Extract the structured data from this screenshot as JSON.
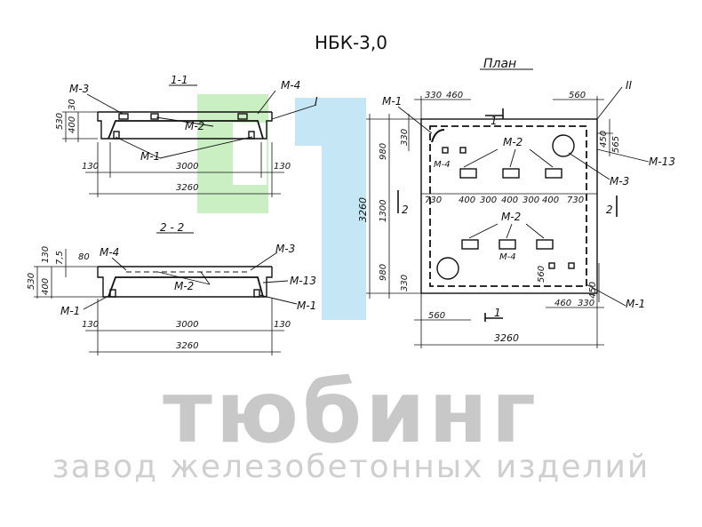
{
  "title": "НБК-3,0",
  "brand": {
    "name": "тюбинг",
    "tagline": "завод железобетонных изделий"
  },
  "colors": {
    "logo_green": "#c9efc3",
    "logo_blue": "#c4e6f5",
    "ink": "#111111",
    "brand_gray": "#c8c8c8"
  },
  "section_1_1": {
    "title": "1-1",
    "labels": {
      "m3": "М-3",
      "m4": "М-4",
      "m2": "М-2",
      "m1": "М-1",
      "roman": "I"
    },
    "dims_v": [
      "530",
      "400",
      "30"
    ],
    "dims_h": {
      "left": "130",
      "inner": "3000",
      "right": "130",
      "total": "3260"
    }
  },
  "section_2_2": {
    "title": "2 - 2",
    "labels": {
      "m4": "М-4",
      "m3": "М-3",
      "m2": "М-2",
      "m13": "М-13",
      "m1_left": "М-1",
      "m1_right": "М-1"
    },
    "dims_v": [
      "530",
      "400",
      "130",
      "7,5",
      "80"
    ],
    "dims_h": {
      "left": "130",
      "inner": "3000",
      "right": "130",
      "total": "3260"
    }
  },
  "plan": {
    "title": "План",
    "labels": {
      "m1_top": "М-1",
      "m2_top": "М-2",
      "m2_mid": "М-2",
      "m4_left": "М-4",
      "m4_right": "М-4",
      "m3": "М-3",
      "m13": "М-13",
      "m1_bottom": "М-1",
      "roman": "II",
      "cut1_top": "1",
      "cut1_bottom": "1",
      "cut2_left": "2",
      "cut2_right": "2"
    },
    "dims_top": [
      "330",
      "460",
      "560"
    ],
    "dims_right": [
      "450",
      "565"
    ],
    "dims_left": [
      "330",
      "980",
      "1300",
      "980",
      "330"
    ],
    "total_v": "3260",
    "dims_row": [
      "730",
      "400",
      "300",
      "400",
      "300",
      "400",
      "730"
    ],
    "dims_inner": [
      "560",
      "450"
    ],
    "dims_bottom_left": "560",
    "dims_bottom_right": [
      "460",
      "330"
    ],
    "total_h": "3260"
  }
}
